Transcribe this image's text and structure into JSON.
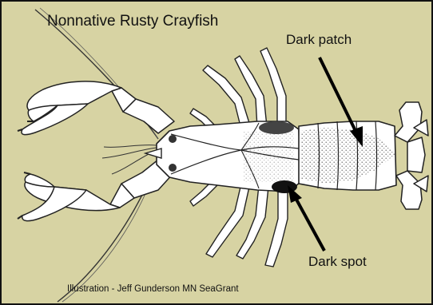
{
  "labels": {
    "title": "Nonnative Rusty Crayfish",
    "dark_patch": "Dark patch",
    "dark_spot": "Dark spot",
    "credit": "Illustration - Jeff Gunderson MN SeaGrant"
  }
}
